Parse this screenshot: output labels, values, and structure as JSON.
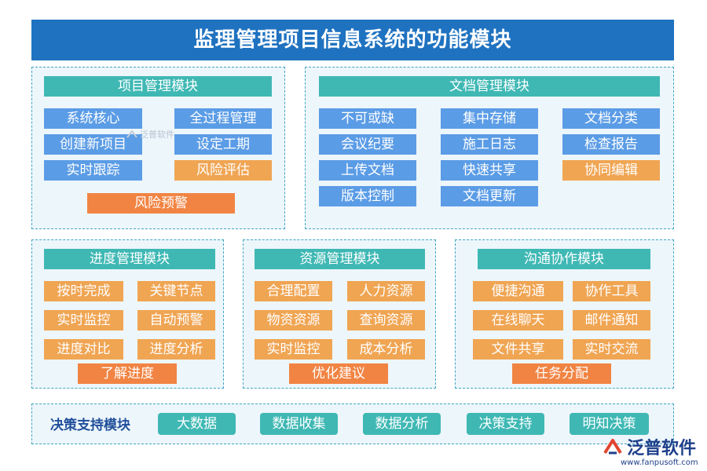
{
  "title": "监理管理项目信息系统的功能模块",
  "project": {
    "header": "项目管理模块",
    "items": [
      "系统核心",
      "全过程管理",
      "创建新项目",
      "设定工期",
      "实时跟踪",
      "风险评估",
      "风险预警"
    ]
  },
  "docs": {
    "header": "文档管理模块",
    "items": [
      "不可或缺",
      "集中存储",
      "文档分类",
      "会议纪要",
      "施工日志",
      "检查报告",
      "上传文档",
      "快速共享",
      "协同编辑",
      "版本控制",
      "文档更新"
    ]
  },
  "progress": {
    "header": "进度管理模块",
    "items": [
      "按时完成",
      "关键节点",
      "实时监控",
      "自动预警",
      "进度对比",
      "进度分析",
      "了解进度"
    ]
  },
  "resource": {
    "header": "资源管理模块",
    "items": [
      "合理配置",
      "人力资源",
      "物资资源",
      "查询资源",
      "实时监控",
      "成本分析",
      "优化建议"
    ]
  },
  "comm": {
    "header": "沟通协作模块",
    "items": [
      "便捷沟通",
      "协作工具",
      "在线聊天",
      "邮件通知",
      "文件共享",
      "实时交流",
      "任务分配"
    ]
  },
  "decision": {
    "label": "决策支持模块",
    "items": [
      "大数据",
      "数据收集",
      "数据分析",
      "决策支持",
      "明知决策"
    ]
  },
  "logo": {
    "name": "泛普软件",
    "url": "www.fanpusoft.com"
  },
  "watermark": "泛普软件",
  "colors": {
    "title": "#1f72c0",
    "header": "#3fb8b4",
    "blue": "#5b9ce6",
    "orange": "#f0a553",
    "red": "#f18443"
  }
}
